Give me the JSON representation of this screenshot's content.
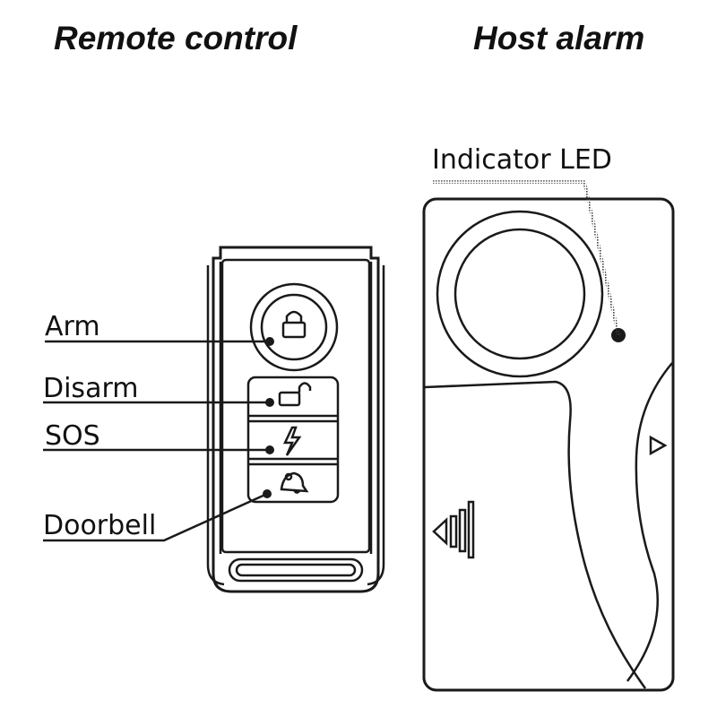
{
  "titles": {
    "remote": "Remote control",
    "host": "Host alarm"
  },
  "labels": {
    "arm": "Arm",
    "disarm": "Disarm",
    "sos": "SOS",
    "doorbell": "Doorbell",
    "indicator_led": "Indicator LED"
  },
  "icons": {
    "arm_button": "padlock-closed-icon",
    "disarm_button": "padlock-open-icon",
    "sos_button": "lightning-bolt-icon",
    "doorbell_button": "bell-icon"
  },
  "colors": {
    "line": "#1a1a1a",
    "background": "#ffffff"
  }
}
